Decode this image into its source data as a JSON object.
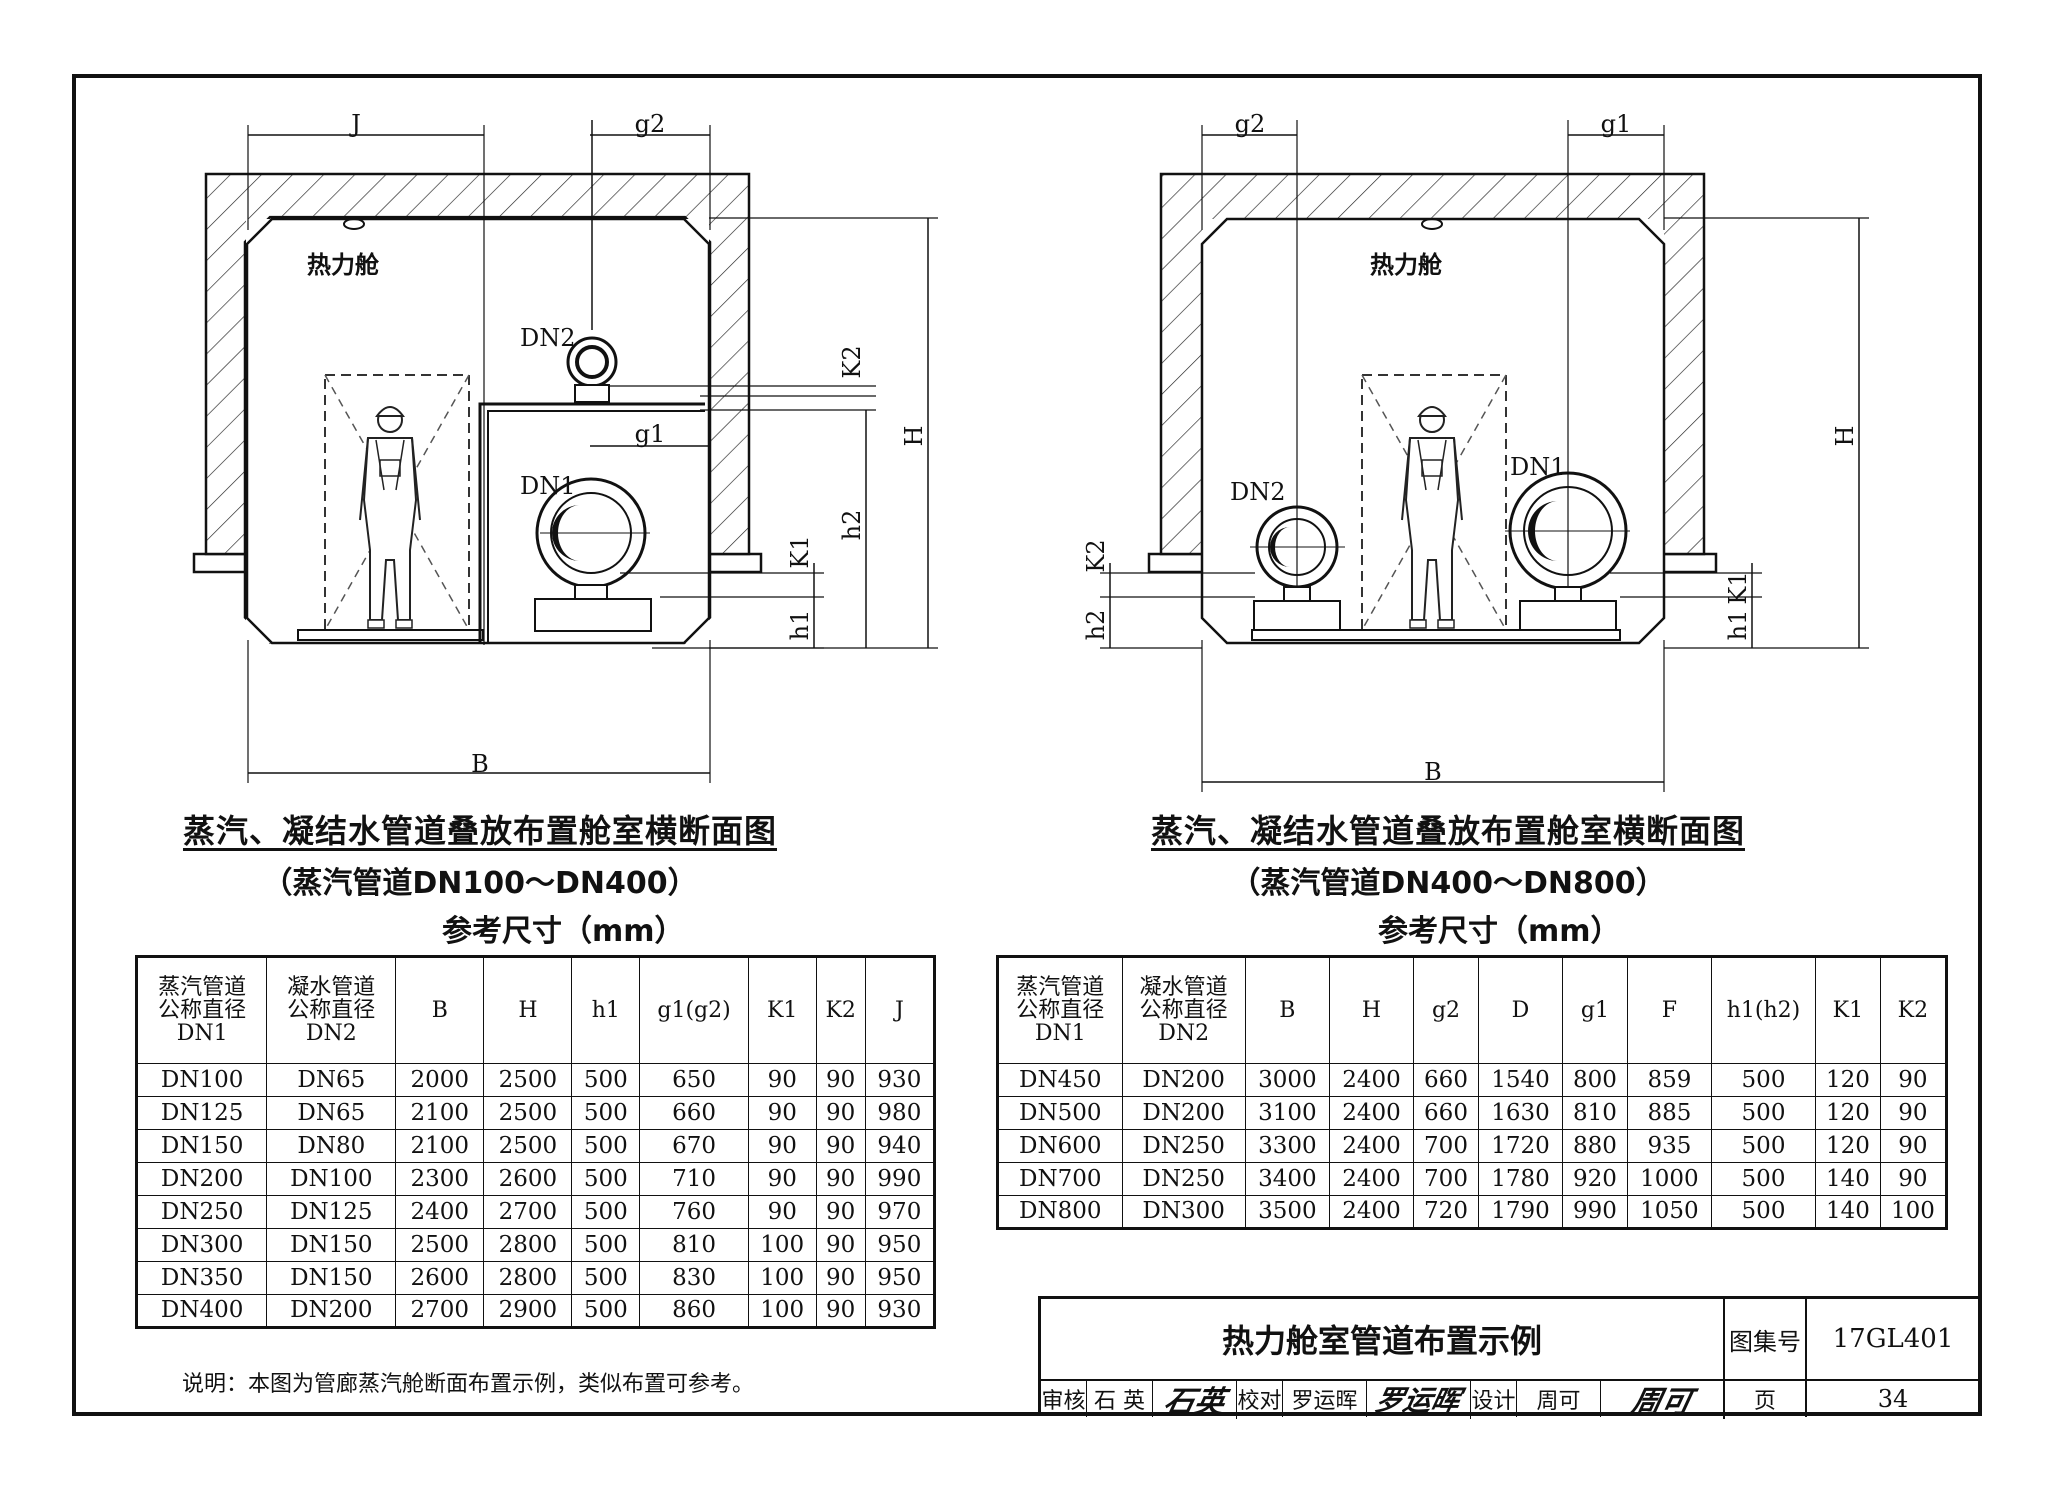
{
  "left_figure": {
    "label_room": "热力舱",
    "dims": {
      "J": "J",
      "g2": "g2",
      "g1": "g1",
      "B": "B",
      "H": "H",
      "h1": "h1",
      "h2": "h2",
      "K1": "K1",
      "K2": "K2"
    },
    "pipe1": "DN1",
    "pipe2": "DN2",
    "caption_title": "蒸汽、凝结水管道叠放布置舱室横断面图",
    "caption_sub": "（蒸汽管道DN100～DN400）"
  },
  "right_figure": {
    "label_room": "热力舱",
    "dims": {
      "g2": "g2",
      "g1": "g1",
      "B": "B",
      "H": "H",
      "h1": "h1",
      "h2": "h2",
      "K1": "K1",
      "K2": "K2"
    },
    "pipe1": "DN1",
    "pipe2": "DN2",
    "caption_title": "蒸汽、凝结水管道叠放布置舱室横断面图",
    "caption_sub": "（蒸汽管道DN400～DN800）"
  },
  "left_table": {
    "title": "参考尺寸（mm）",
    "headers": [
      "蒸汽管道公称直径DN1",
      "凝水管道公称直径DN2",
      "B",
      "H",
      "h1",
      "g1(g2)",
      "K1",
      "K2",
      "J"
    ],
    "header_lines": [
      [
        "蒸汽管道",
        "公称直径",
        "DN1"
      ],
      [
        "凝水管道",
        "公称直径",
        "DN2"
      ],
      [
        "B"
      ],
      [
        "H"
      ],
      [
        "h1"
      ],
      [
        "g1(g2)"
      ],
      [
        "K1"
      ],
      [
        "K2"
      ],
      [
        "J"
      ]
    ],
    "rows": [
      [
        "DN100",
        "DN65",
        "2000",
        "2500",
        "500",
        "650",
        "90",
        "90",
        "930"
      ],
      [
        "DN125",
        "DN65",
        "2100",
        "2500",
        "500",
        "660",
        "90",
        "90",
        "980"
      ],
      [
        "DN150",
        "DN80",
        "2100",
        "2500",
        "500",
        "670",
        "90",
        "90",
        "940"
      ],
      [
        "DN200",
        "DN100",
        "2300",
        "2600",
        "500",
        "710",
        "90",
        "90",
        "990"
      ],
      [
        "DN250",
        "DN125",
        "2400",
        "2700",
        "500",
        "760",
        "90",
        "90",
        "970"
      ],
      [
        "DN300",
        "DN150",
        "2500",
        "2800",
        "500",
        "810",
        "100",
        "90",
        "950"
      ],
      [
        "DN350",
        "DN150",
        "2600",
        "2800",
        "500",
        "830",
        "100",
        "90",
        "950"
      ],
      [
        "DN400",
        "DN200",
        "2700",
        "2900",
        "500",
        "860",
        "100",
        "90",
        "930"
      ]
    ]
  },
  "right_table": {
    "title": "参考尺寸（mm）",
    "headers": [
      "蒸汽管道公称直径DN1",
      "凝水管道公称直径DN2",
      "B",
      "H",
      "g2",
      "D",
      "g1",
      "F",
      "h1(h2)",
      "K1",
      "K2"
    ],
    "header_lines": [
      [
        "蒸汽管道",
        "公称直径",
        "DN1"
      ],
      [
        "凝水管道",
        "公称直径",
        "DN2"
      ],
      [
        "B"
      ],
      [
        "H"
      ],
      [
        "g2"
      ],
      [
        "D"
      ],
      [
        "g1"
      ],
      [
        "F"
      ],
      [
        "h1(h2)"
      ],
      [
        "K1"
      ],
      [
        "K2"
      ]
    ],
    "rows": [
      [
        "DN450",
        "DN200",
        "3000",
        "2400",
        "660",
        "1540",
        "800",
        "859",
        "500",
        "120",
        "90"
      ],
      [
        "DN500",
        "DN200",
        "3100",
        "2400",
        "660",
        "1630",
        "810",
        "885",
        "500",
        "120",
        "90"
      ],
      [
        "DN600",
        "DN250",
        "3300",
        "2400",
        "700",
        "1720",
        "880",
        "935",
        "500",
        "120",
        "90"
      ],
      [
        "DN700",
        "DN250",
        "3400",
        "2400",
        "700",
        "1780",
        "920",
        "1000",
        "500",
        "140",
        "90"
      ],
      [
        "DN800",
        "DN300",
        "3500",
        "2400",
        "720",
        "1790",
        "990",
        "1050",
        "500",
        "140",
        "100"
      ]
    ]
  },
  "note": "说明：本图为管廊蒸汽舱断面布置示例，类似布置可参考。",
  "title_block": {
    "drawing_title": "热力舱室管道布置示例",
    "atlas_label": "图集号",
    "atlas_no": "17GL401",
    "review_label": "审核",
    "reviewer": "石 英",
    "reviewer_sig": "石英",
    "check_label": "校对",
    "checker": "罗运晖",
    "checker_sig": "罗运晖",
    "design_label": "设计",
    "designer": "周可",
    "designer_sig": "周可",
    "page_label": "页",
    "page_no": "34"
  }
}
